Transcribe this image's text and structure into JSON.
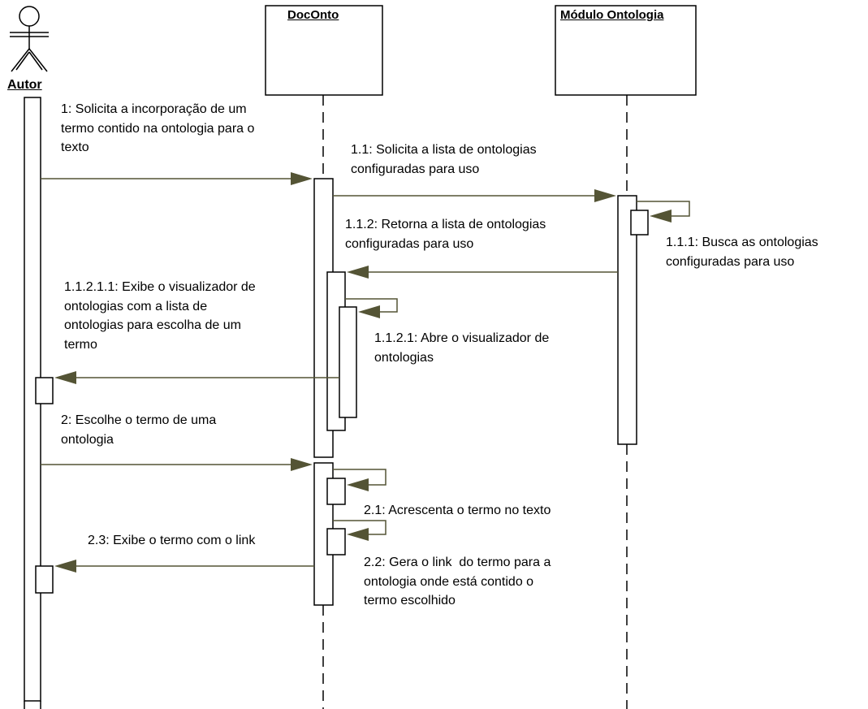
{
  "participants": {
    "actor": "Autor",
    "doconto": "DocOnto",
    "modulo": "Módulo Ontologia"
  },
  "messages": {
    "m1": "1: Solicita a incorporação de um\ntermo contido na ontologia para o\ntexto",
    "m1_1": "1.1: Solicita a lista de ontologias\nconfiguradas para uso",
    "m1_1_1": "1.1.1: Busca as ontologias\nconfiguradas para uso",
    "m1_1_2": "1.1.2: Retorna a lista de ontologias\nconfiguradas para uso",
    "m1_1_2_1": "1.1.2.1: Abre o visualizador de\nontologias",
    "m1_1_2_1_1": "1.1.2.1.1: Exibe o visualizador de\nontologias com a lista de\nontologias para escolha de um\ntermo",
    "m2": "2: Escolhe o termo de uma\nontologia",
    "m2_1": "2.1: Acrescenta o termo no texto",
    "m2_2": "2.2: Gera o link  do termo para a\nontologia onde está contido o\ntermo escolhido",
    "m2_3": "2.3: Exibe o termo com o link"
  },
  "colors": {
    "arrow": "#545435",
    "line": "#000000",
    "background": "#ffffff"
  }
}
